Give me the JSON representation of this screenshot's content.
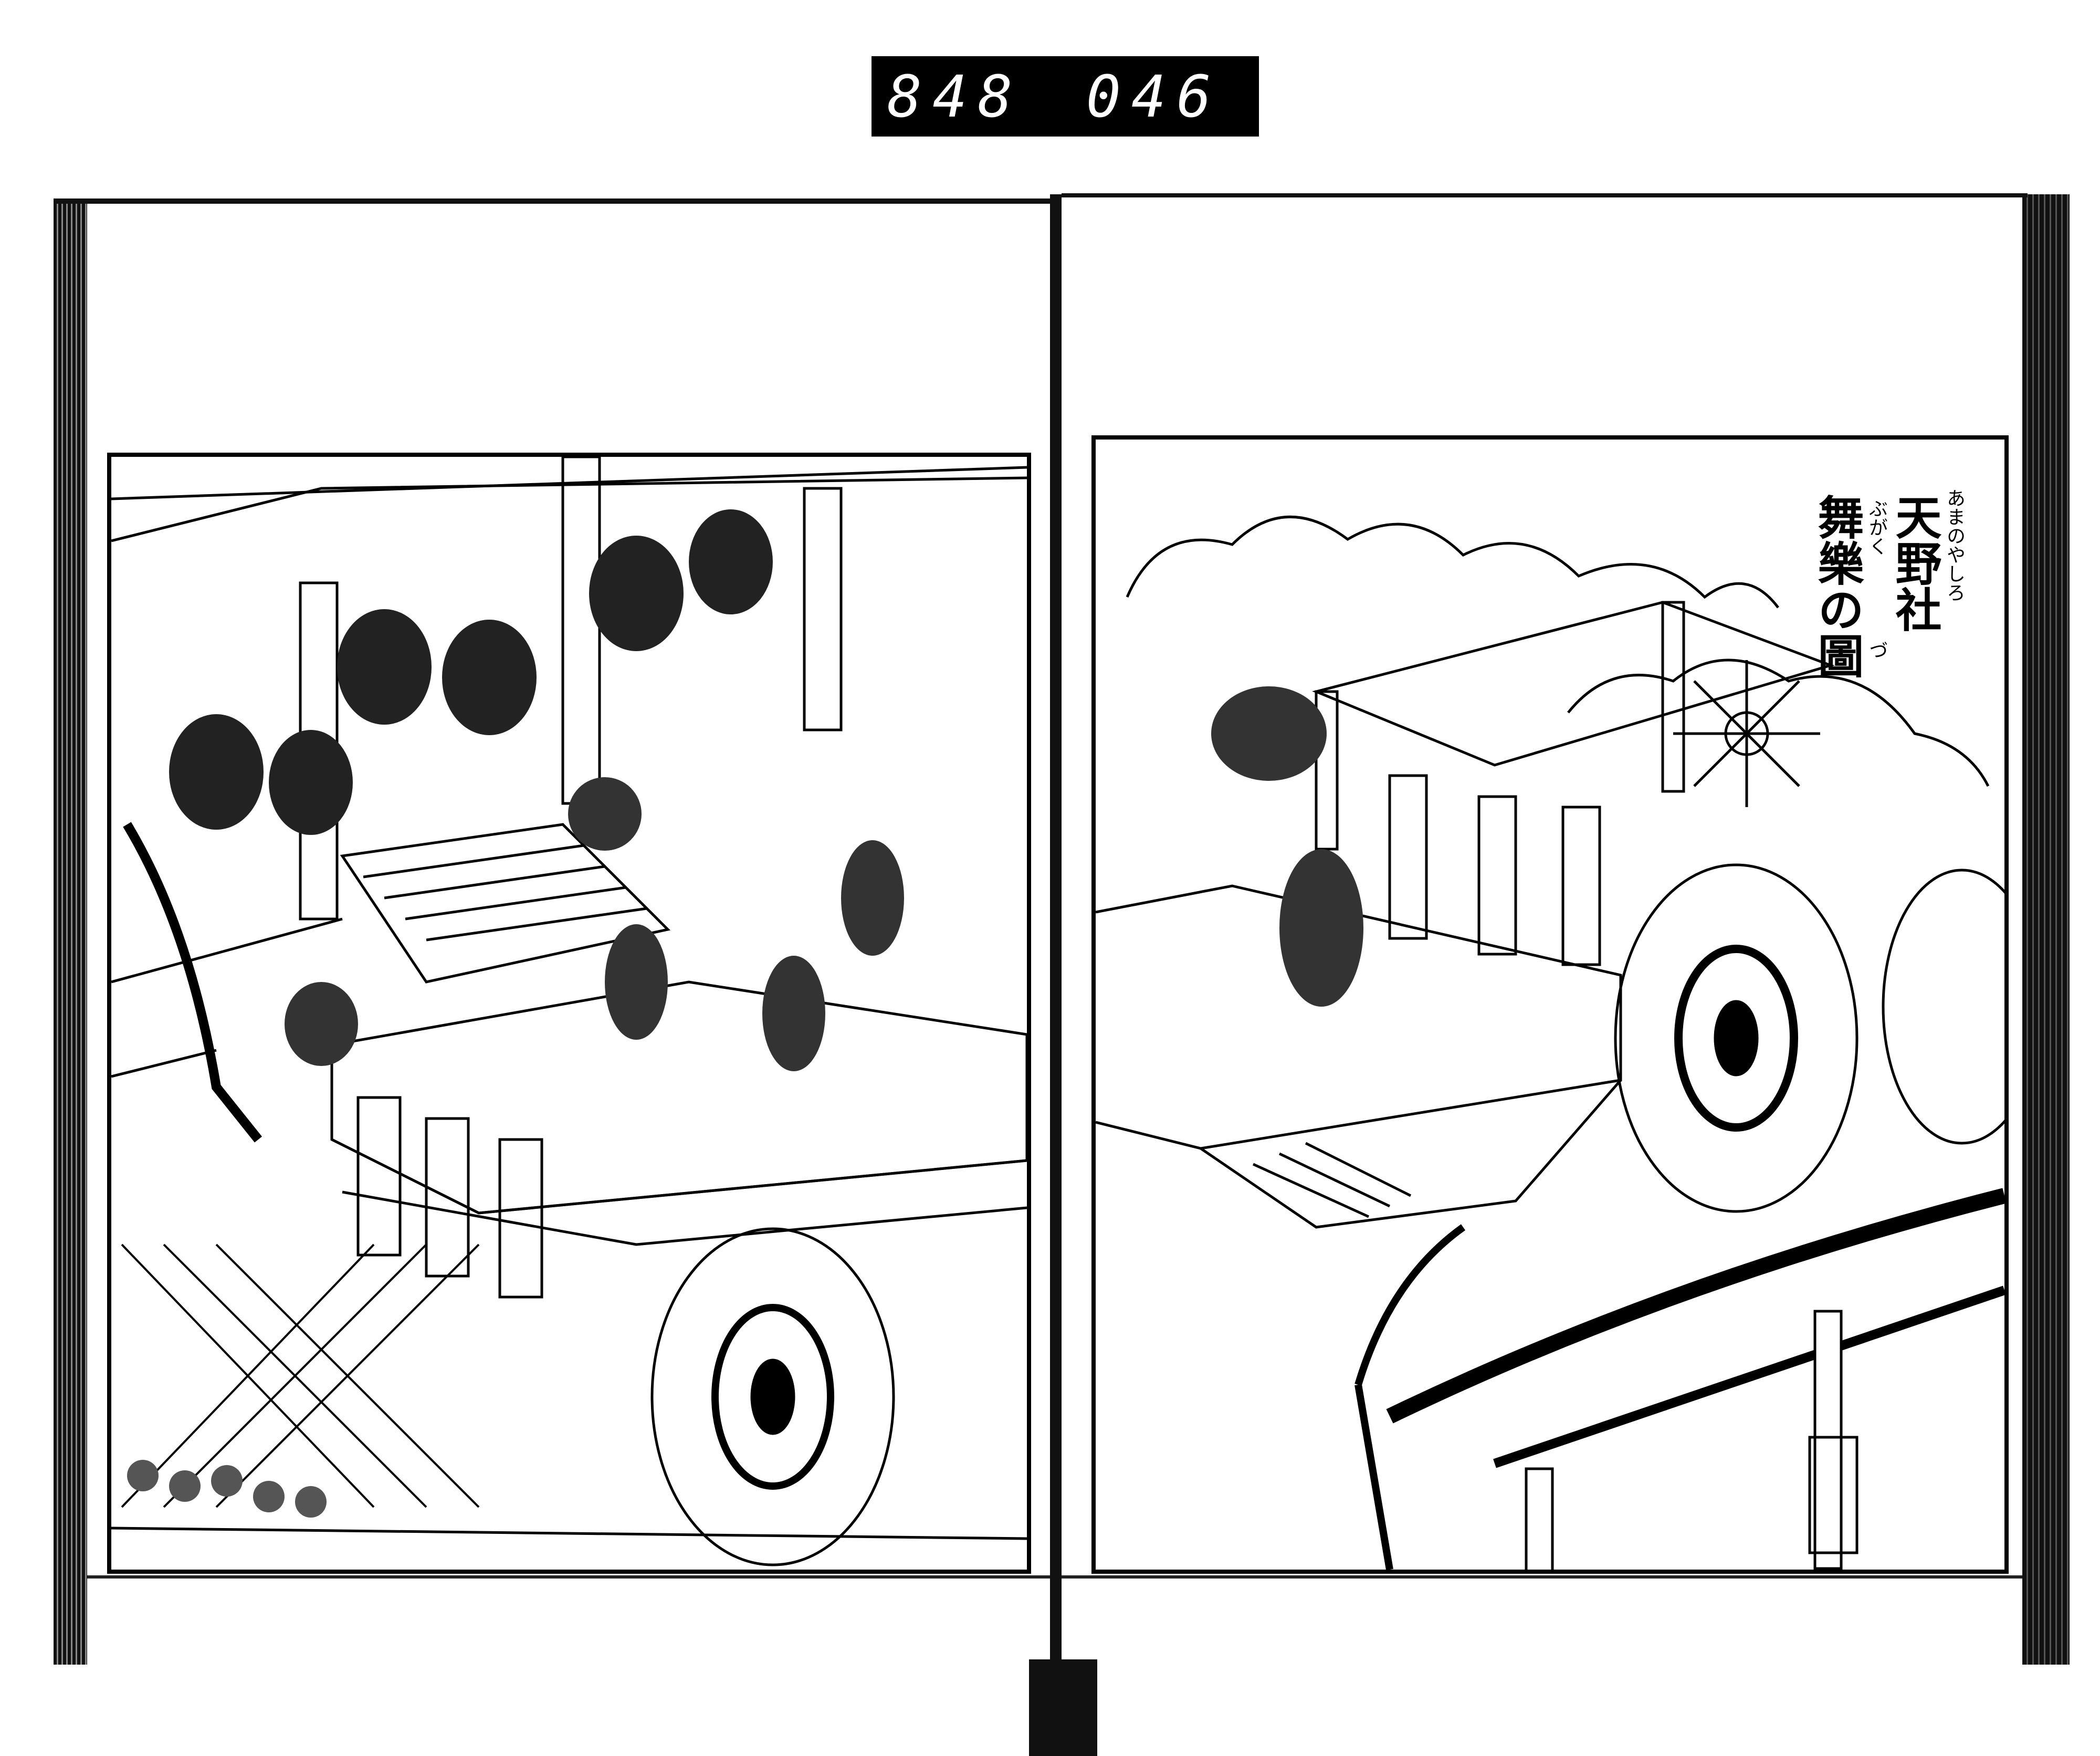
{
  "counter": {
    "left": "848",
    "right": "046"
  },
  "illustration": {
    "title_line1": "天野社",
    "title_line2": "舞樂の圖",
    "ruby_line1": "あまのやしろ",
    "ruby_line2": "ぶがく",
    "ruby_tail": "づ"
  }
}
